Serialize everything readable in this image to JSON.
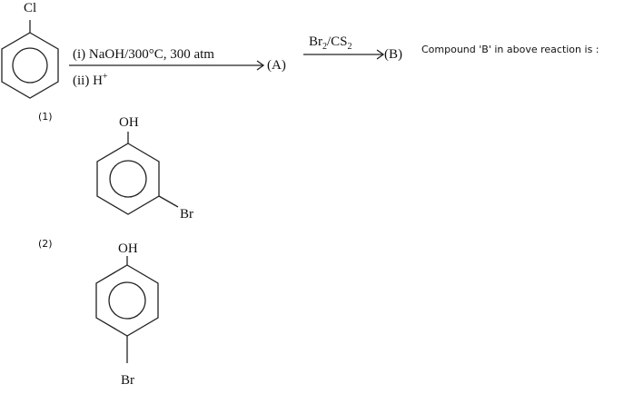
{
  "reaction": {
    "reactant_label": "Cl",
    "step1": "(i) NaOH/300°C, 300 atm",
    "step2": "(ii) H",
    "step2_sup": "+",
    "intermediate": "(A)",
    "reagent_main": "Br",
    "reagent_sub1": "2",
    "reagent_mid": "/CS",
    "reagent_sub2": "2",
    "product": "(B)",
    "question": "Compound 'B' in above reaction is :"
  },
  "options": [
    {
      "number": "(1)",
      "top_group": "OH",
      "substituent": "Br"
    },
    {
      "number": "(2)",
      "top_group": "OH",
      "substituent": "Br"
    }
  ]
}
